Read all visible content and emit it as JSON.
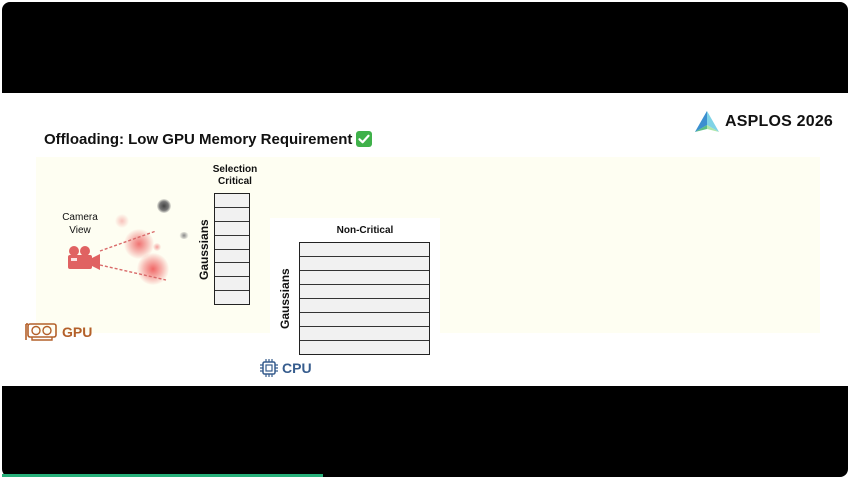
{
  "slide": {
    "title": "Offloading: Low GPU Memory Requirement",
    "title_badge_icon": "check-mark-icon",
    "logo_text": "ASPLOS 2026"
  },
  "gpu_panel": {
    "camera_label": "Camera\nView",
    "selection_table_header": "Selection\nCritical",
    "selection_table_axis_label": "Gaussians",
    "selection_table_rows": 8,
    "chip_label": "GPU",
    "chip_icon": "graphics-card-icon",
    "chip_color": "#b4602a"
  },
  "cpu_panel": {
    "table_header": "Non-Critical",
    "table_axis_label": "Gaussians",
    "table_rows": 8,
    "chip_label": "CPU",
    "chip_icon": "processor-chip-icon",
    "chip_color": "#365c8d"
  },
  "colors": {
    "camera": "#e06262",
    "gaussian_red": "#f07070",
    "gpu_area": "#fefef2",
    "check": "#3fb14a"
  },
  "video": {
    "progress_fraction": 0.38
  }
}
